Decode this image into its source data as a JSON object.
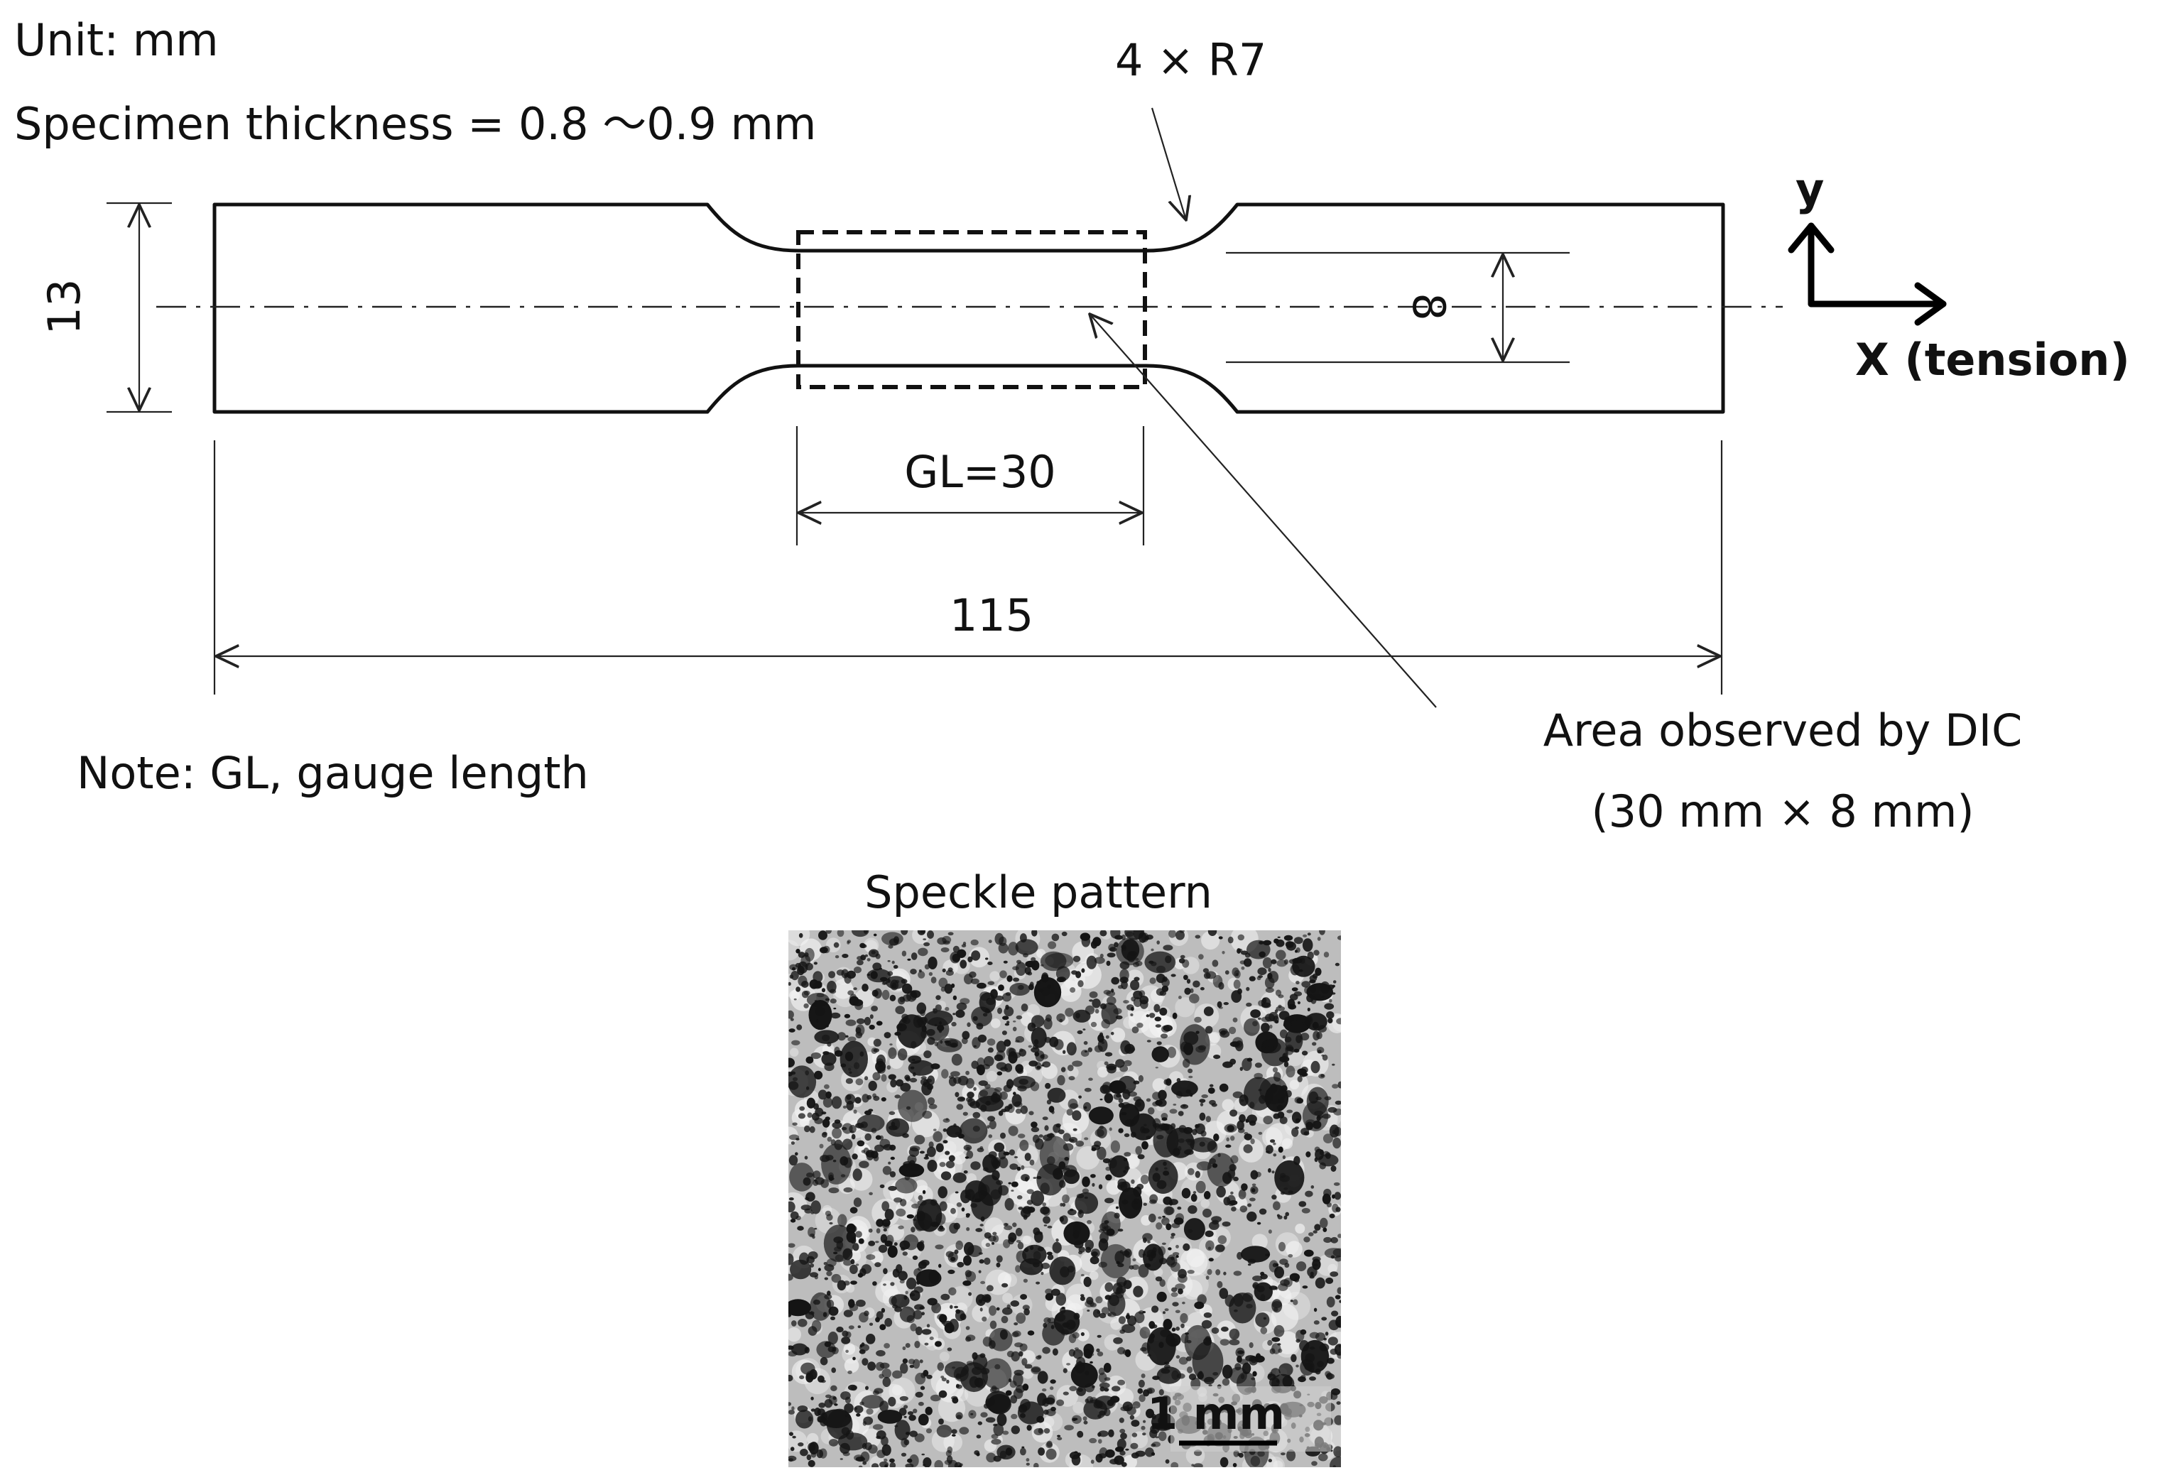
{
  "diagram": {
    "unit_note": "Unit: mm",
    "thickness_note": "Specimen thickness = 0.8 ～0.9 mm",
    "fillet_label": "4 × R7",
    "width_dim": "13",
    "inner_width_dim": "8",
    "gauge_dim": "GL=30",
    "total_dim": "115",
    "axis_y_label": "y",
    "axis_x_label": "X (tension)",
    "note": "Note: GL, gauge length",
    "dic_label_line1": "Area observed by DIC",
    "dic_label_line2": "(30 mm × 8 mm)",
    "speckle_title": "Speckle pattern",
    "scale_bar_label": "1 mm"
  },
  "colors": {
    "ink": "#111111",
    "background": "#ffffff",
    "speckle_base": "#bdbdbd",
    "speckle_dark": "#141414"
  }
}
